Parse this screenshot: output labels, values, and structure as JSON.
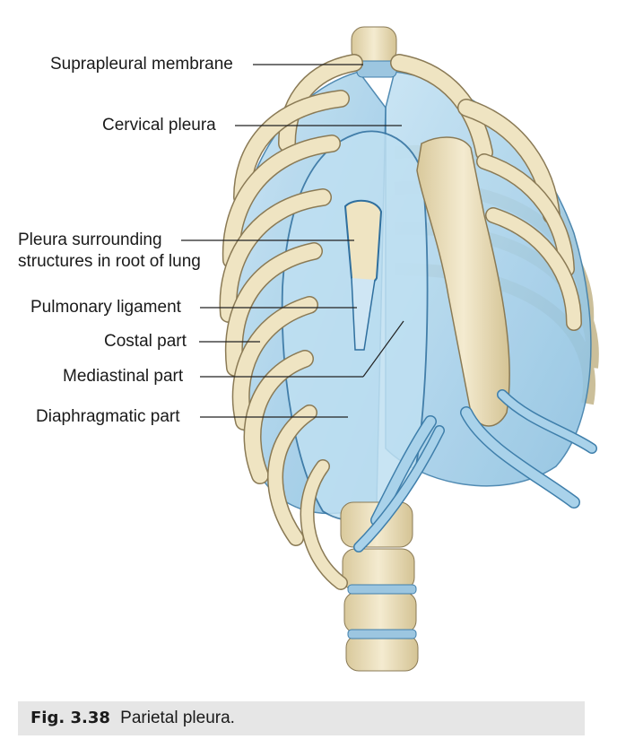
{
  "labels": {
    "suprapleural_membrane": "Suprapleural membrane",
    "cervical_pleura": "Cervical pleura",
    "pleura_root_line1": "Pleura surrounding",
    "pleura_root_line2": "structures in root of lung",
    "pulmonary_ligament": "Pulmonary ligament",
    "costal_part": "Costal part",
    "mediastinal_part": "Mediastinal part",
    "diaphragmatic_part": "Diaphragmatic part"
  },
  "caption": {
    "number": "Fig. 3.38",
    "title": "Parietal pleura."
  },
  "colors": {
    "bone": "#efe4c2",
    "bone_outline": "#8a7a55",
    "pleura": "#a9d2ea",
    "pleura_dark": "#6fa8cc",
    "pleura_outline": "#3f7fab",
    "caption_bg": "#e6e6e6"
  }
}
